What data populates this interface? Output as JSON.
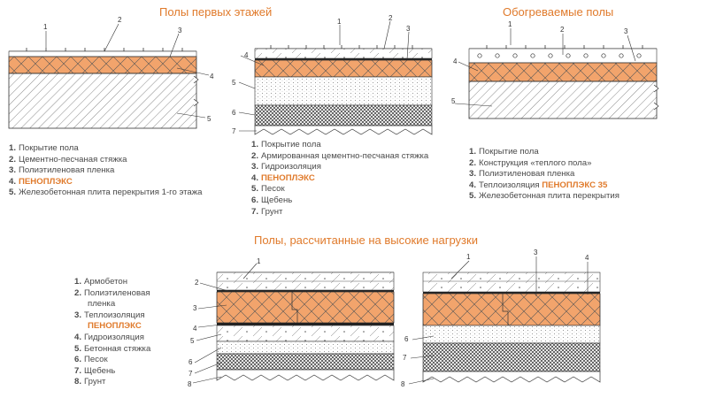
{
  "titles": {
    "first_floors": "Полы первых этажей",
    "heated_floors": "Обогреваемые полы",
    "high_load": "Полы, рассчитанные на высокие нагрузки"
  },
  "callout_numbers": {
    "d1": [
      "1",
      "2",
      "3",
      "4",
      "5"
    ],
    "d2": [
      "1",
      "2",
      "3",
      "4",
      "5",
      "6",
      "7"
    ],
    "d3": [
      "1",
      "2",
      "3",
      "4",
      "5"
    ],
    "d4": [
      "1",
      "2",
      "3",
      "4",
      "5",
      "6",
      "7",
      "8"
    ],
    "d5": [
      "1",
      "3",
      "4",
      "6",
      "7",
      "8"
    ]
  },
  "legend1": [
    {
      "num": "1.",
      "text": "Покрытие пола"
    },
    {
      "num": "2.",
      "text": "Цементно-песчаная стяжка"
    },
    {
      "num": "3.",
      "text": "Полиэтиленовая пленка"
    },
    {
      "num": "4.",
      "text": "ПЕНОПЛЭКС"
    },
    {
      "num": "5.",
      "text": "Железобетонная плита перекрытия 1-го этажа"
    }
  ],
  "legend2": [
    {
      "num": "1.",
      "text": "Покрытие пола"
    },
    {
      "num": "2.",
      "text": "Армированная цементно-песчаная стяжка"
    },
    {
      "num": "3.",
      "text": "Гидроизоляция"
    },
    {
      "num": "4.",
      "text": "ПЕНОПЛЭКС"
    },
    {
      "num": "5.",
      "text": "Песок"
    },
    {
      "num": "6.",
      "text": "Щебень"
    },
    {
      "num": "7.",
      "text": "Грунт"
    }
  ],
  "legend3": [
    {
      "num": "1.",
      "text": "Покрытие пола"
    },
    {
      "num": "2.",
      "text": "Конструкция «теплого пола»"
    },
    {
      "num": "3.",
      "text": "Полиэтиленовая пленка"
    },
    {
      "num": "4.",
      "text": "Теплоизоляция",
      "accent": "ПЕНОПЛЭКС 35"
    },
    {
      "num": "5.",
      "text": "Железобетонная плита перекрытия"
    }
  ],
  "legend4": [
    {
      "num": "1.",
      "text": "Армобетон"
    },
    {
      "num": "2.",
      "text": "Полиэтиленовая"
    },
    {
      "num": "",
      "text": "пленка"
    },
    {
      "num": "3.",
      "text": "Теплоизоляция"
    },
    {
      "num": "",
      "text": "ПЕНОПЛЭКС"
    },
    {
      "num": "4.",
      "text": "Гидроизоляция"
    },
    {
      "num": "5.",
      "text": "Бетонная стяжка"
    },
    {
      "num": "6.",
      "text": "Песок"
    },
    {
      "num": "7.",
      "text": "Щебень"
    },
    {
      "num": "8.",
      "text": "Грунт"
    }
  ],
  "colors": {
    "accent_text": "#e07a2b",
    "insulation": "#f2a46c",
    "line": "#333333"
  }
}
